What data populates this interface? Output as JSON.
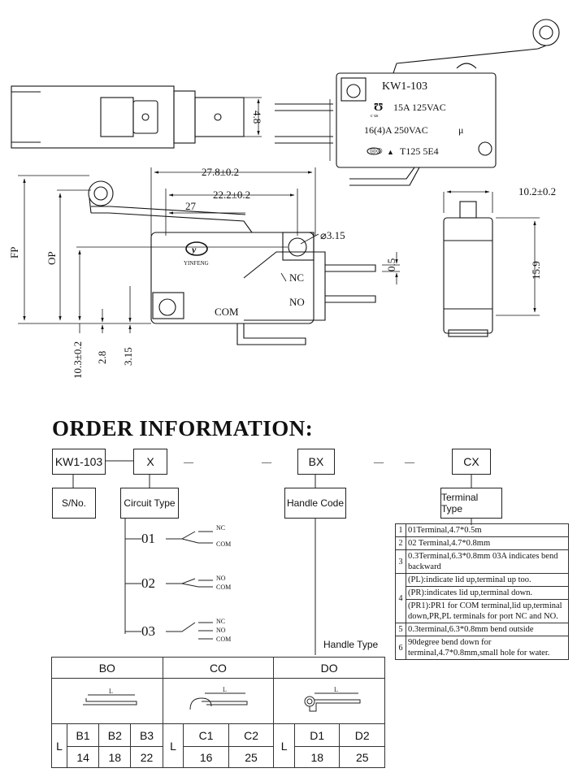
{
  "drawing": {
    "model": "KW1-103",
    "rating1": "15A  125VAC",
    "rating2": "16(4)A  250VAC",
    "mu": "μ",
    "rating3": "T125   5E4",
    "ul": "c  us",
    "brand": "YINFENG",
    "dim_48": "4.8",
    "dim_278": "27.8±0.2",
    "dim_222": "22.2±0.2",
    "dim_27": "27",
    "dim_315a": "⌀3.15",
    "dim_05": "0.5",
    "dim_fp": "FP",
    "dim_op": "OP",
    "dim_103": "10.3±0.2",
    "dim_28": "2.8",
    "dim_315b": "3.15",
    "nc": "NC",
    "no": "NO",
    "com": "COM",
    "dim_102": "10.2±0.2",
    "dim_159": "15.9"
  },
  "order": {
    "title": "ORDER INFORMATION:",
    "code_model": "KW1-103",
    "code_x": "X",
    "code_bx": "BX",
    "code_cx": "CX",
    "dash": "—",
    "label_sno": "S/No.",
    "label_circuit": "Circuit Type",
    "label_handle": "Handle Code",
    "label_terminal": "Terminal Type",
    "circuit_01": "01",
    "circuit_02": "02",
    "circuit_03": "03",
    "nc": "NC",
    "no": "NO",
    "com": "COM",
    "handle_type": "Handle Type"
  },
  "terminal_table": [
    {
      "n": "1",
      "text": "01Terminal,4.7*0.5m"
    },
    {
      "n": "2",
      "text": "02 Terminal,4.7*0.8mm"
    },
    {
      "n": "3",
      "text": "0.3Terminal,6.3*0.8mm 03A indicates bend backward"
    },
    {
      "n": "4",
      "lines": [
        "(PL):indicate lid up,terminal up too.",
        "(PR):indicates lid up,terminal down.",
        "(PR1):PR1 for COM terminal,lid up,terminal down,PR,PL terminals for port NC and NO."
      ]
    },
    {
      "n": "5",
      "text": "0.3terminal,6.3*0.8mm bend outside"
    },
    {
      "n": "6",
      "text": "90degree bend down for terminal,4.7*0.8mm,small hole for water."
    }
  ],
  "handle_table": {
    "groups": [
      "BO",
      "CO",
      "DO"
    ],
    "l": "L",
    "bo": {
      "codes": [
        "B1",
        "B2",
        "B3"
      ],
      "values": [
        "14",
        "18",
        "22"
      ]
    },
    "co": {
      "codes": [
        "C1",
        "C2"
      ],
      "values": [
        "16",
        "25"
      ]
    },
    "do": {
      "codes": [
        "D1",
        "D2"
      ],
      "values": [
        "18",
        "25"
      ]
    }
  }
}
